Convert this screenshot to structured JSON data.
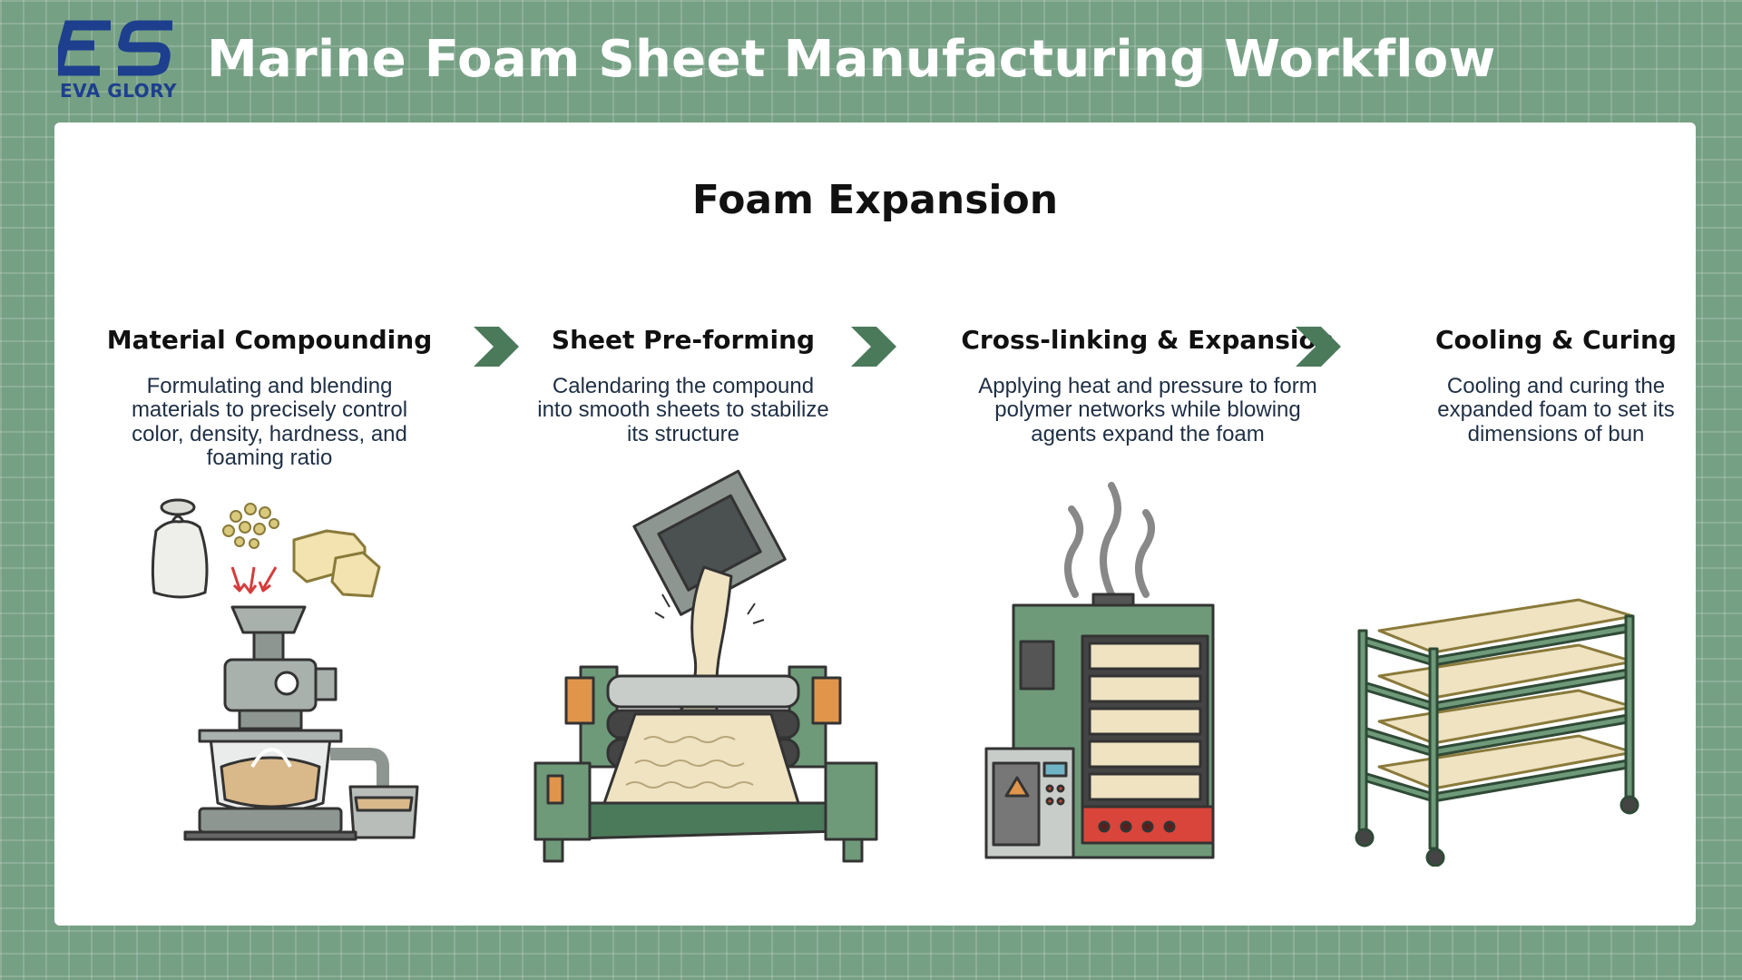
{
  "header": {
    "logo_text": "EVA GLORY",
    "title": "Marine Foam Sheet Manufacturing Workflow"
  },
  "stage": {
    "title": "Foam Expansion"
  },
  "steps": [
    {
      "title": "Material Compounding",
      "description": "Formulating and blending materials to precisely control color, density, hardness, and foaming ratio",
      "icon": "mixer-illustration"
    },
    {
      "title": "Sheet Pre-forming",
      "description": "Calendaring the compound into smooth sheets to stabilize its structure",
      "icon": "calender-machine-illustration"
    },
    {
      "title": "Cross-linking & Expansion",
      "description": "Applying heat and pressure to form polymer networks while blowing agents expand the foam",
      "icon": "press-oven-illustration"
    },
    {
      "title": "Cooling & Curing",
      "description": "Cooling and curing the expanded foam to set its dimensions of bun",
      "icon": "curing-rack-illustration"
    }
  ],
  "colors": {
    "background": "#76a084",
    "brand_blue": "#1d3f8e",
    "arrow_green": "#4a7a5a",
    "machine_green": "#6f9a7a",
    "foam_cream": "#efe3c2"
  }
}
